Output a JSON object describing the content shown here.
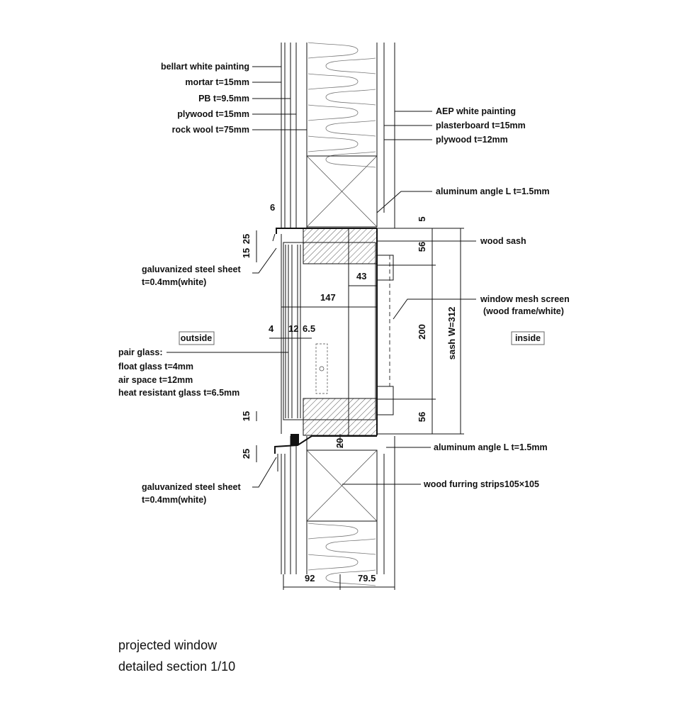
{
  "left_labels": [
    "bellart white painting",
    "mortar t=15mm",
    "PB t=9.5mm",
    "plywood t=15mm",
    "rock wool t=75mm"
  ],
  "right_labels": [
    "AEP white painting",
    "plasterboard t=15mm",
    "plywood t=12mm"
  ],
  "aluminum_angle_top": "aluminum angle L t=1.5mm",
  "aluminum_angle_bottom": "aluminum angle L t=1.5mm",
  "wood_sash": "wood sash",
  "mesh_screen": [
    "window mesh screen",
    "(wood frame/white)"
  ],
  "steel_sheet_top": [
    "galuvanized steel sheet",
    "t=0.4mm(white)"
  ],
  "steel_sheet_bottom": [
    "galuvanized steel sheet",
    "t=0.4mm(white)"
  ],
  "outside": "outside",
  "inside": "inside",
  "pair_glass": [
    "pair glass:",
    "float glass t=4mm",
    "air space t=12mm",
    "heat resistant glass t=6.5mm"
  ],
  "furring": "wood furring strips105×105",
  "dims": {
    "d6": "6",
    "d25a": "25",
    "d15a": "15",
    "d5": "5",
    "d56a": "56",
    "d43": "43",
    "d147": "147",
    "d4": "4",
    "d12": "12",
    "d6_5": "6.5",
    "d200": "200",
    "sashW": "sash W=312",
    "d15b": "15",
    "d56b": "56",
    "d20": "20",
    "d25b": "25",
    "d92": "92",
    "d79_5": "79.5"
  },
  "title": [
    "projected window",
    "detailed section 1/10"
  ]
}
